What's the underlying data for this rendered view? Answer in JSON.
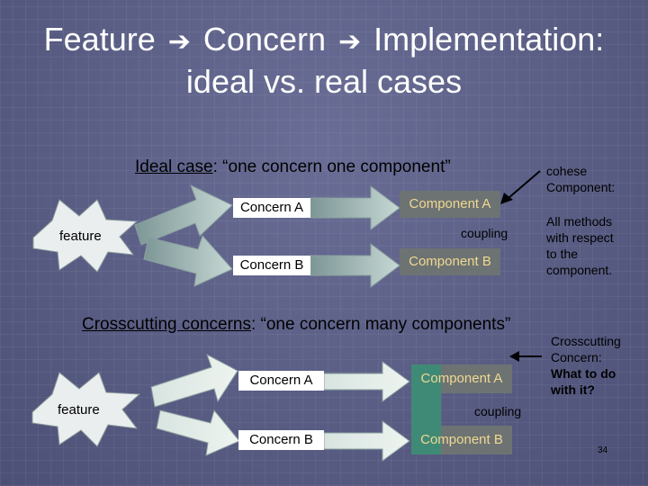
{
  "title": {
    "line1_part1": "Feature",
    "line1_part2": "Concern",
    "line1_part3": "Implementation:",
    "line2": "ideal vs. real cases",
    "arrow_glyph": "➔"
  },
  "ideal": {
    "heading_underlined": "Ideal case",
    "heading_rest": ": “one concern one component”",
    "feature": "feature",
    "concern_a": "Concern A",
    "concern_b": "Concern B",
    "component_a": "Component A",
    "component_b": "Component B",
    "coupling": "coupling",
    "note_cohese": [
      "cohese",
      "Component:"
    ],
    "note_methods": [
      "All methods",
      "with respect",
      "to the",
      "component."
    ]
  },
  "crosscutting": {
    "heading_underlined": "Crosscutting concerns",
    "heading_rest": ": “one concern many components”",
    "feature": "feature",
    "concern_a": "Concern A",
    "concern_b": "Concern B",
    "component_a": "Component A",
    "component_b": "Component B",
    "coupling": "coupling",
    "note": [
      "Crosscutting",
      "Concern:",
      "What to do",
      "with it?"
    ]
  },
  "page_number": "34",
  "colors": {
    "background": "#5a5e86",
    "box": "#ffffff",
    "component_fill": "#6d7373",
    "component_text": "#f0d890",
    "crosscut_band": "#3f8a76"
  }
}
